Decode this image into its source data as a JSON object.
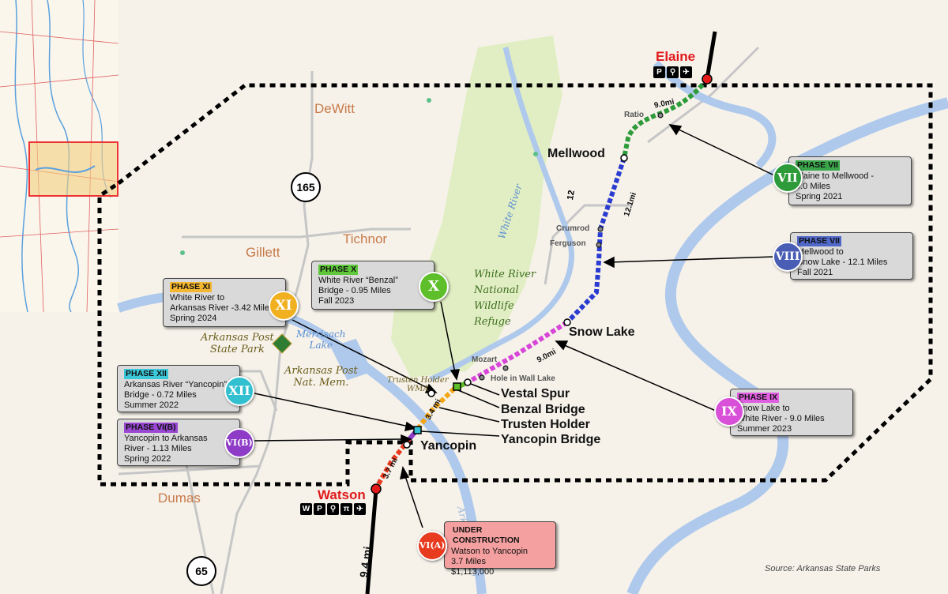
{
  "towns": {
    "dewitt": "DeWitt",
    "gillett": "Gillett",
    "tichnor": "Tichnor",
    "dumas": "Dumas",
    "mellwood": "Mellwood",
    "snow_lake": "Snow Lake",
    "yancopin": "Yancopin",
    "elaine": "Elaine",
    "watson": "Watson",
    "ratio": "Ratio",
    "crumrod": "Crumrod",
    "ferguson": "Ferguson",
    "mozart": "Mozart",
    "hole_in_wall": "Hole in Wall Lake"
  },
  "places": {
    "refuge": [
      "White River",
      "National",
      "Wildlife",
      "Refuge"
    ],
    "arkansas_post_sp": [
      "Arkansas Post",
      "State Park"
    ],
    "arkansas_post_nm": [
      "Arkansas Post",
      "Nat. Mem."
    ],
    "merrisach": [
      "Merrisach",
      "Lake"
    ],
    "trusten_wma": [
      "Trusten Holder",
      "WMA"
    ],
    "white_river": "White River",
    "arkansas_river": "Arkansas River"
  },
  "stations": {
    "vestal": "Vestal Spur",
    "benzal": "Benzal Bridge",
    "trusten": "Trusten Holder",
    "yancopin_bridge": "Yancopin Bridge"
  },
  "routes": {
    "r165": "165",
    "r65": "65",
    "r12": "12"
  },
  "mileage": {
    "m9_top": "9.0mi",
    "m12": "12.1mi",
    "m9_mid": "9.0mi",
    "m34": "3.4 mi",
    "m37": "3.7 mi",
    "m94": "9.4 mi"
  },
  "amenities": {
    "elaine": [
      "P",
      "⚲",
      "✈"
    ],
    "watson": [
      "W",
      "P",
      "⚲",
      "π",
      "✈"
    ]
  },
  "phases": [
    {
      "roman": "VII",
      "color": "#2e9b3a",
      "hd_color": "#3aa64a",
      "header": "PHASE VII",
      "lines": [
        "Elaine to Mellwood -",
        "9.0 Miles",
        "Spring 2021"
      ]
    },
    {
      "roman": "VIII",
      "color": "#4a5db5",
      "hd_color": "#5068c8",
      "header": "PHASE VII",
      "lines": [
        "Mellwood to",
        "Snow Lake - 12.1 Miles",
        "Fall 2021"
      ]
    },
    {
      "roman": "IX",
      "color": "#d84fd8",
      "hd_color": "#e05fe0",
      "header": "PHASE IX",
      "lines": [
        "Snow Lake to",
        "White River - 9.0 Miles",
        "Summer 2023"
      ]
    },
    {
      "roman": "X",
      "color": "#5fbf2a",
      "hd_color": "#5fc83a",
      "header": "PHASE X",
      "lines": [
        "White River “Benzal”",
        "Bridge - 0.95 Miles",
        "Fall 2023"
      ]
    },
    {
      "roman": "XI",
      "color": "#f0b020",
      "hd_color": "#f4b531",
      "header": "PHASE XI",
      "lines": [
        "White River to",
        "Arkansas River -3.42 Miles",
        "Spring 2024"
      ]
    },
    {
      "roman": "XII",
      "color": "#32c0d0",
      "hd_color": "#3cc8d8",
      "header": "PHASE XII",
      "lines": [
        "Arkansas River “Yancopin”",
        "Bridge - 0.72 Miles",
        "Summer 2022"
      ]
    },
    {
      "roman": "VI(B)",
      "color": "#8e3cc8",
      "hd_color": "#9a48d4",
      "header": "PHASE VI(B)",
      "lines": [
        "Yancopin to Arkansas",
        "River - 1.13 Miles",
        "Spring 2022"
      ]
    },
    {
      "roman": "VI(A)",
      "color": "#e83a1e",
      "hd_color": "#f4a0a0",
      "header": "UNDER CONSTRUCTION",
      "lines": [
        "Watson to Yancopin",
        "3.7 Miles",
        "$1,113,000"
      ]
    }
  ],
  "source": "Source: Arkansas State Parks",
  "colors": {
    "land": "#f4efe4",
    "refuge_green": "#e3efc4",
    "river": "#a9c6ea",
    "road": "#c9c9c9"
  }
}
